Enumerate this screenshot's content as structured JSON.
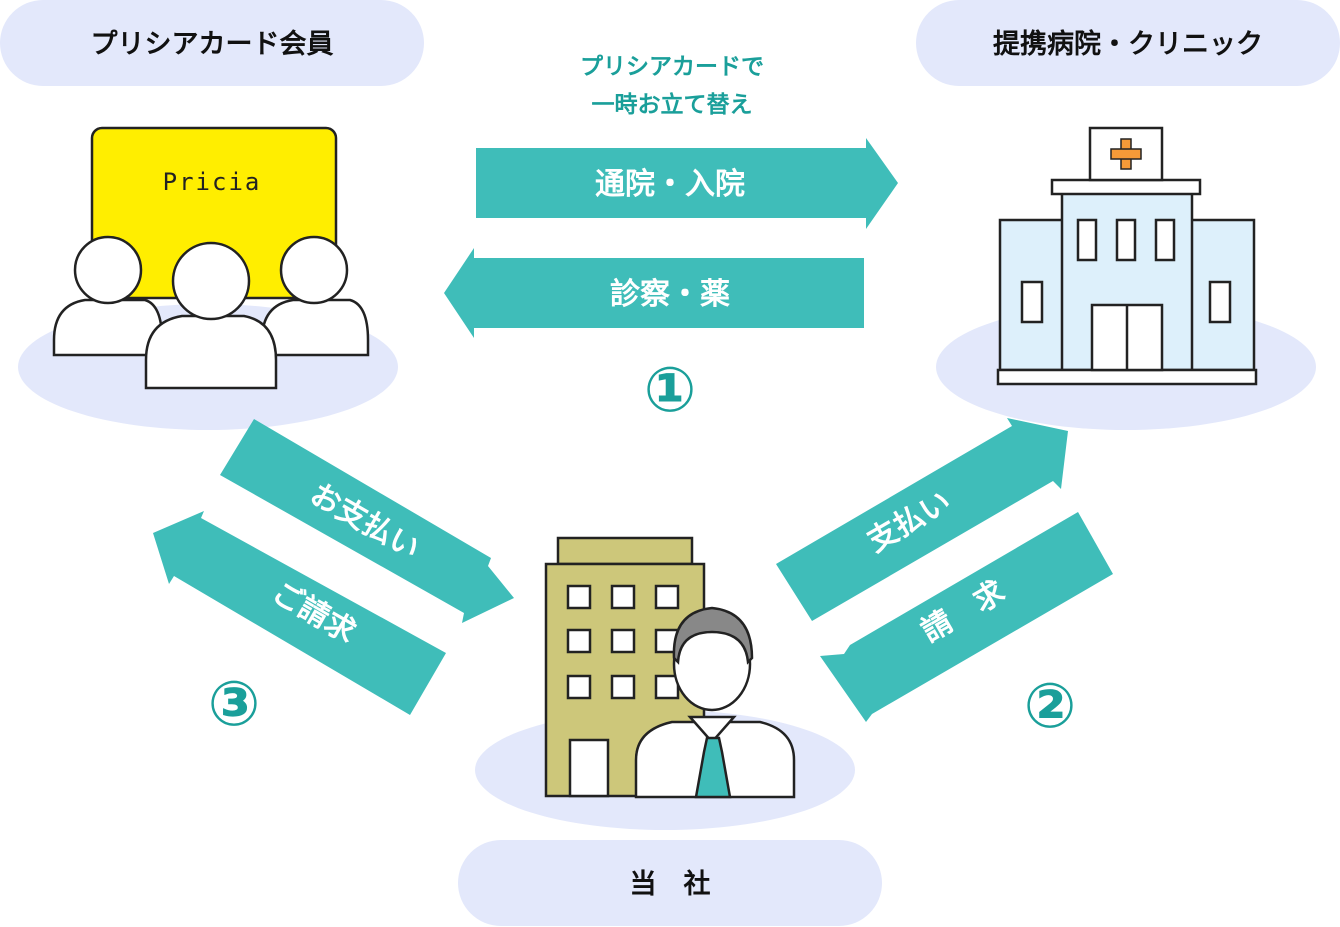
{
  "colors": {
    "teal": "#3fbdb9",
    "teal_dark": "#1a9f9a",
    "pill": "#e3e8fb",
    "ellipse": "#e3e8fb",
    "card": "#ffee00",
    "building": "#cdc77a",
    "hospital": "#ddf0fb"
  },
  "labels": {
    "members": "プリシアカード会員",
    "clinic": "提携病院・クリニック",
    "company": "当　社"
  },
  "caption": {
    "line1": "プリシアカードで",
    "line2": "一時お立て替え"
  },
  "card_brand": "Pricia",
  "arrows": {
    "visit": "通院・入院",
    "treatment": "診察・薬",
    "member_payment": "お支払い",
    "member_billing": "ご請求",
    "clinic_payment": "支払い",
    "clinic_billing": "請　求"
  },
  "steps": {
    "one": "①",
    "two": "②",
    "three": "③"
  },
  "icons": {
    "members": "people-with-card-icon",
    "clinic": "hospital-icon",
    "company": "office-building-with-businessman-icon"
  }
}
